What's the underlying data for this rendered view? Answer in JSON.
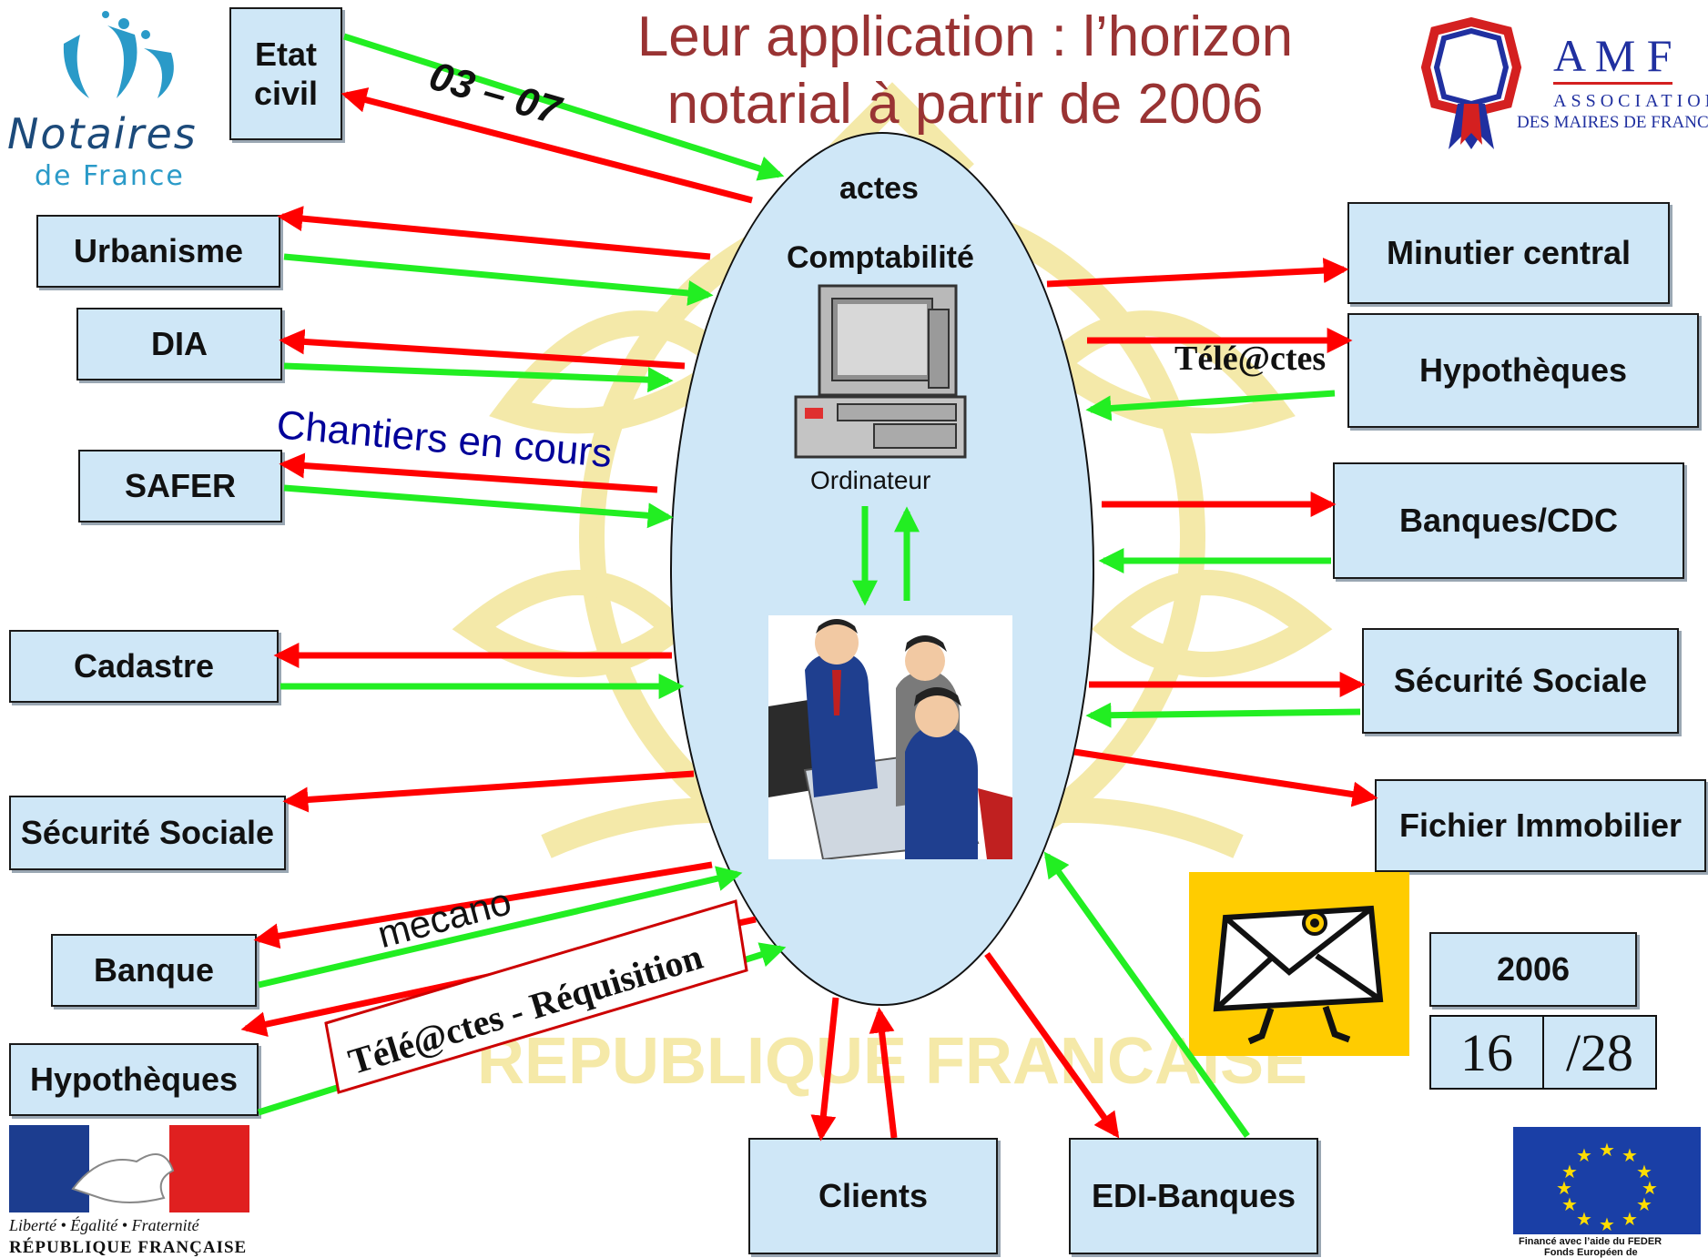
{
  "title": {
    "line1": "Leur application : l’horizon",
    "line2": "notarial à partir de 2006"
  },
  "logos": {
    "notaires": {
      "line1": "Notaires",
      "line2": "de France"
    },
    "amf": {
      "acronym": "A M F",
      "line1": "Association",
      "line2": "des Maires de France"
    },
    "republique": {
      "motto": "Liberté • Égalité • Fraternité",
      "name": "RÉPUBLIQUE FRANÇAISE"
    },
    "eu": {
      "line1": "Financé avec l’aide du FEDER",
      "line2": "Fonds Européen de"
    }
  },
  "watermark_text": "REPUBLIQUE FRANCAISE",
  "center": {
    "actes": "actes",
    "comptabilite": "Comptabilité",
    "ordinateur": "Ordinateur"
  },
  "left_boxes": {
    "etat_civil": "Etat civil",
    "urbanisme": "Urbanisme",
    "dia": "DIA",
    "safer": "SAFER",
    "cadastre": "Cadastre",
    "securite_sociale": "Sécurité Sociale",
    "banque": "Banque",
    "hypotheques": "Hypothèques"
  },
  "right_boxes": {
    "minutier_central": "Minutier central",
    "hypotheques": "Hypothèques",
    "banques_cdc": "Banques/CDC",
    "securite_sociale": "Sécurité Sociale",
    "fichier_immobilier": "Fichier Immobilier",
    "year": "2006"
  },
  "bottom_boxes": {
    "clients": "Clients",
    "edi_banques": "EDI-Banques"
  },
  "labels": {
    "date_range": "03 – 07",
    "chantiers": "Chantiers en cours",
    "teleactes_right": "Télé@ctes",
    "mecano": "mecano",
    "teleactes_requisition": "Télé@ctes - Réquisition"
  },
  "page": {
    "current": "16",
    "total": "/28"
  },
  "colors": {
    "outgoing": "#ff0000",
    "incoming": "#22ee22",
    "box_fill": "#cfe7f7",
    "title": "#993333",
    "label_blue": "#000099"
  }
}
